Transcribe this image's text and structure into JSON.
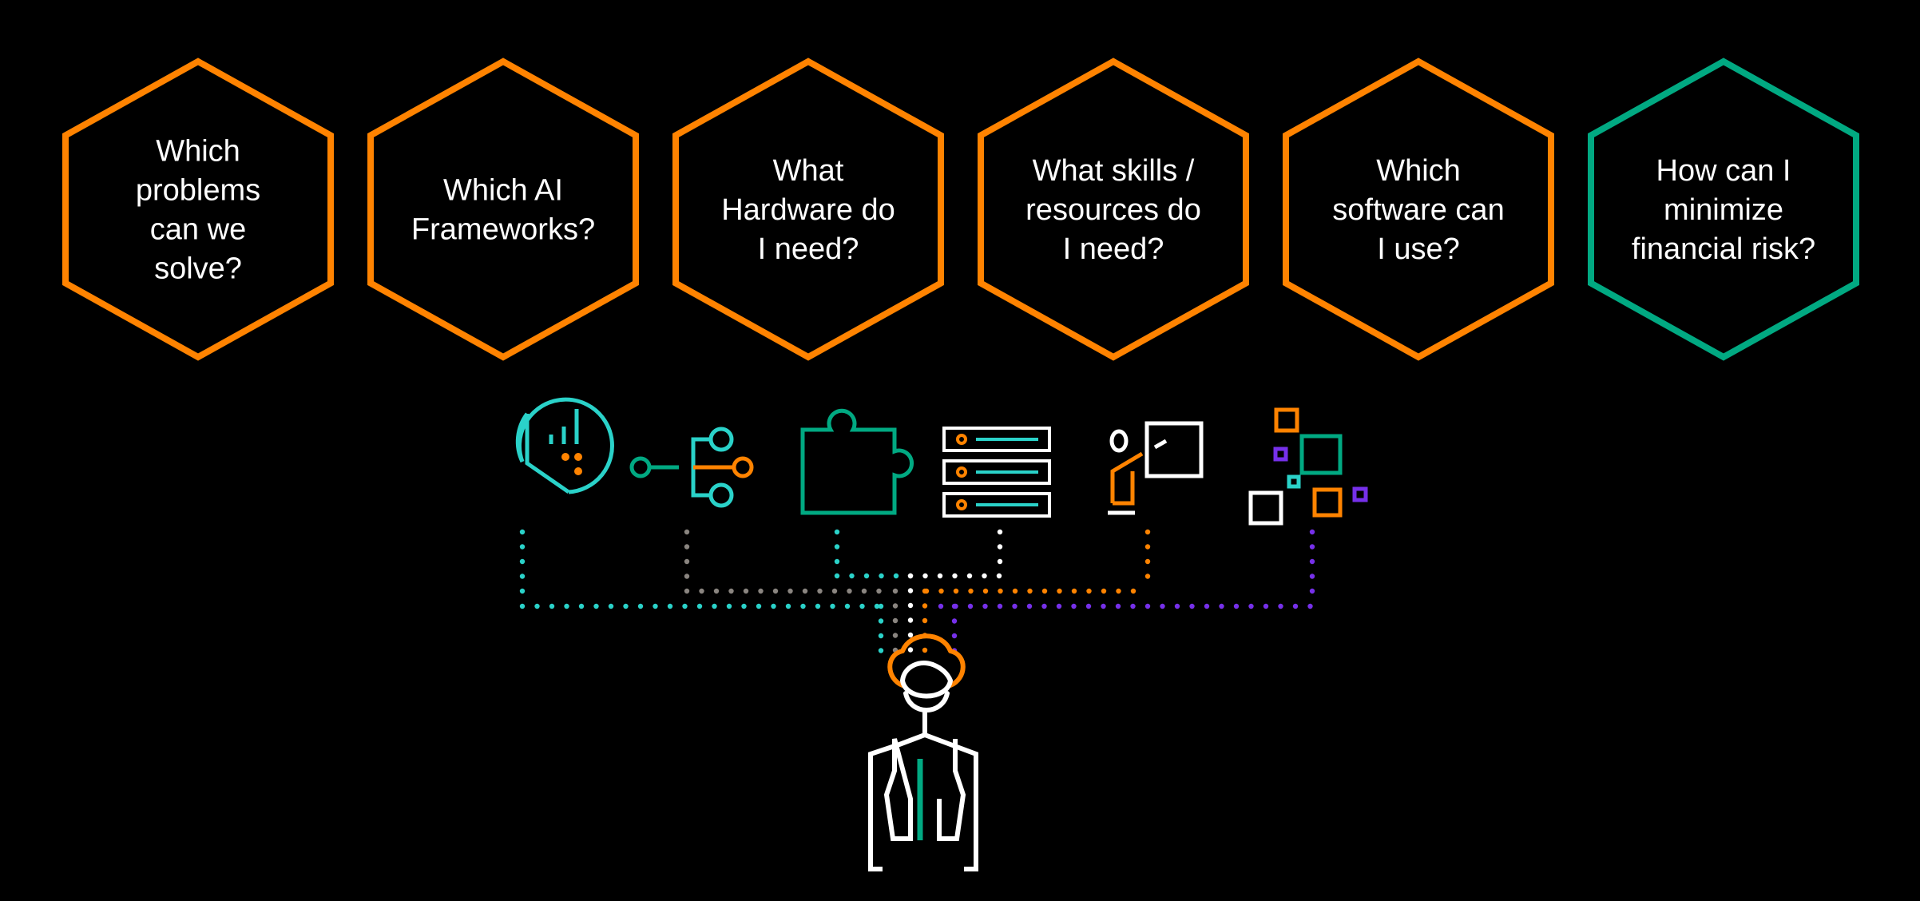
{
  "questions": [
    {
      "lines": [
        "Which",
        "problems",
        "can we",
        "solve?"
      ],
      "color": "#ff8300"
    },
    {
      "lines": [
        "Which AI",
        "Frameworks?"
      ],
      "color": "#ff8300"
    },
    {
      "lines": [
        "What",
        "Hardware do",
        "I need?"
      ],
      "color": "#ff8300"
    },
    {
      "lines": [
        "What skills /",
        "resources do",
        "I need?"
      ],
      "color": "#ff8300"
    },
    {
      "lines": [
        "Which",
        "software can",
        "I use?"
      ],
      "color": "#ff8300"
    },
    {
      "lines": [
        "How can I",
        "minimize",
        "financial risk?"
      ],
      "color": "#01a982"
    }
  ],
  "icons": [
    {
      "name": "pie-chart-icon",
      "line_color": "#5eead4"
    },
    {
      "name": "flow-nodes-icon",
      "line_color": "#8a8580"
    },
    {
      "name": "puzzle-piece-icon",
      "line_color": "#5eead4"
    },
    {
      "name": "server-rack-icon",
      "line_color": "#ffffff"
    },
    {
      "name": "presenter-icon",
      "line_color": "#ff8300"
    },
    {
      "name": "scattered-squares-icon",
      "line_color": "#7c3aed"
    }
  ],
  "person": {
    "name": "person-icon"
  },
  "colors": {
    "orange": "#ff8300",
    "green": "#01a982",
    "teal": "#2ad2c9",
    "purple": "#7630ea",
    "white": "#ffffff",
    "gray": "#8a8580"
  }
}
